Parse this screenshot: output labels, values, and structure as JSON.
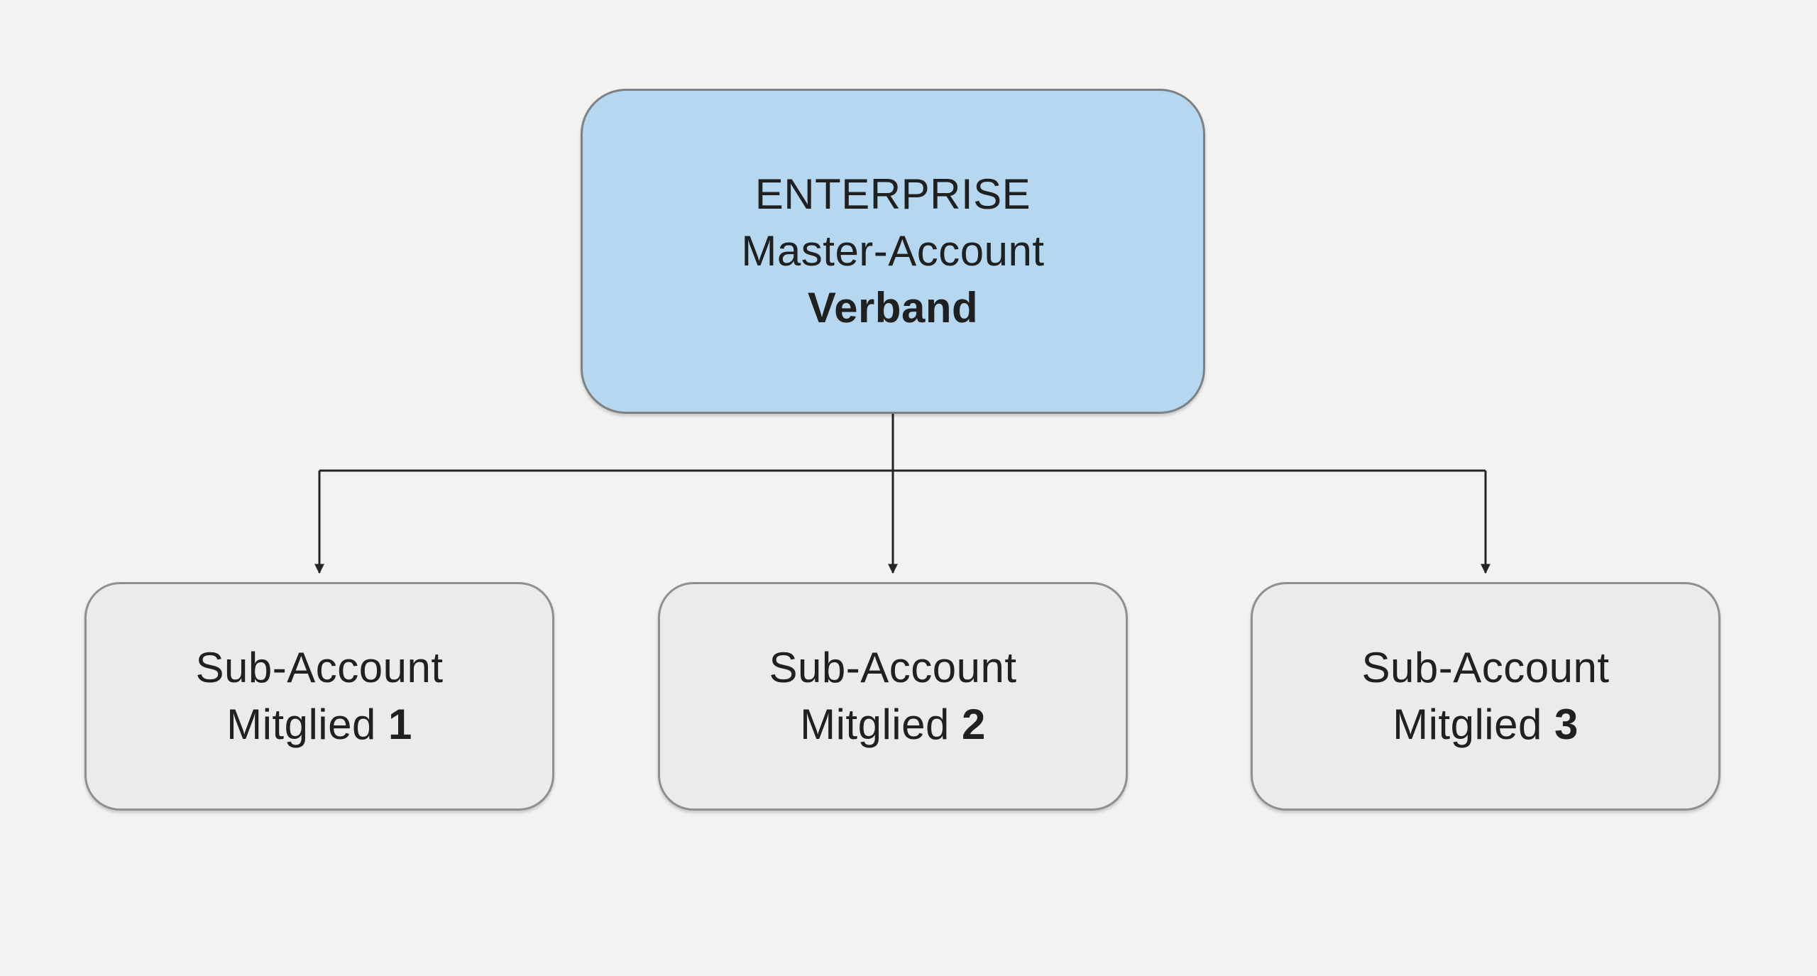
{
  "diagram": {
    "type": "org-hierarchy",
    "background_color": "#f2f2f0",
    "connector_color": "#242424",
    "text_color": "#202020",
    "master": {
      "line1": "ENTERPRISE",
      "line2": "Master-Account",
      "line3": "Verband",
      "fill_color": "#b5d8f0",
      "border_color": "#7d8184"
    },
    "subs": [
      {
        "line1": "Sub-Account",
        "line2_prefix": "Mitglied ",
        "line2_number": "1"
      },
      {
        "line1": "Sub-Account",
        "line2_prefix": "Mitglied ",
        "line2_number": "2"
      },
      {
        "line1": "Sub-Account",
        "line2_prefix": "Mitglied ",
        "line2_number": "3"
      }
    ],
    "sub_fill_color": "#ebebeb",
    "sub_border_color": "#8f8f8f"
  }
}
